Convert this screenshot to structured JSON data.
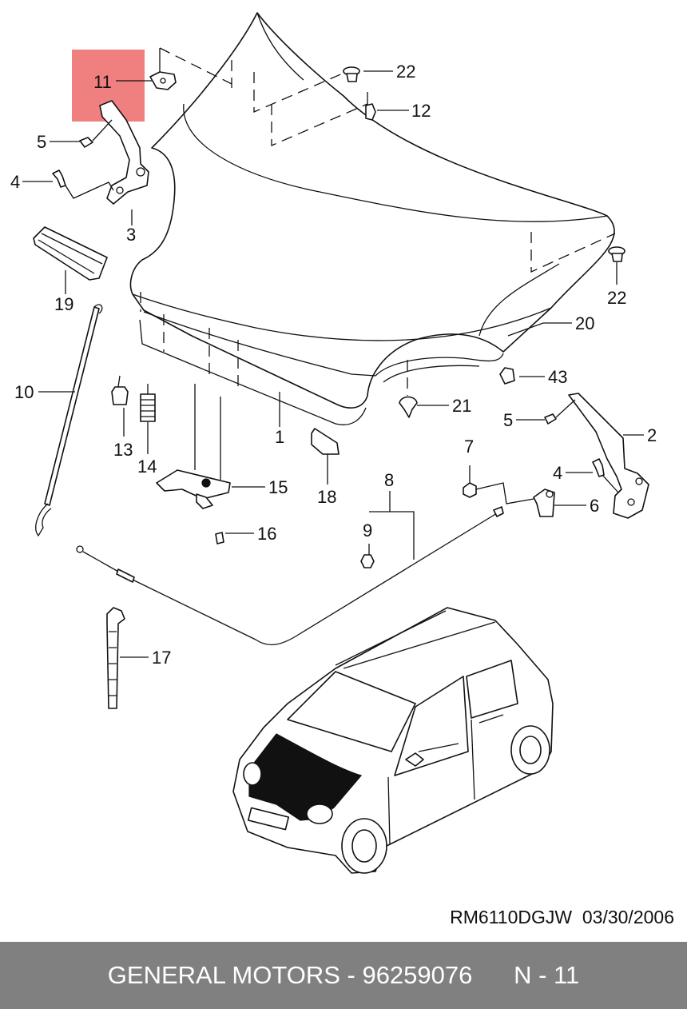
{
  "diagram": {
    "callouts": [
      "11",
      "22",
      "12",
      "5",
      "4",
      "3",
      "19",
      "22",
      "20",
      "10",
      "43",
      "21",
      "5",
      "2",
      "13",
      "14",
      "1",
      "15",
      "18",
      "7",
      "8",
      "4",
      "6",
      "16",
      "9",
      "17"
    ]
  },
  "colors": {
    "highlight": "#f08080",
    "footer": "#808080",
    "hood_fill": "#111111"
  },
  "meta": {
    "code": "RM6110DGJW",
    "date": "03/30/2006"
  },
  "footer": {
    "brand": "GENERAL MOTORS",
    "part_number": "96259076",
    "page": "N - 11"
  }
}
